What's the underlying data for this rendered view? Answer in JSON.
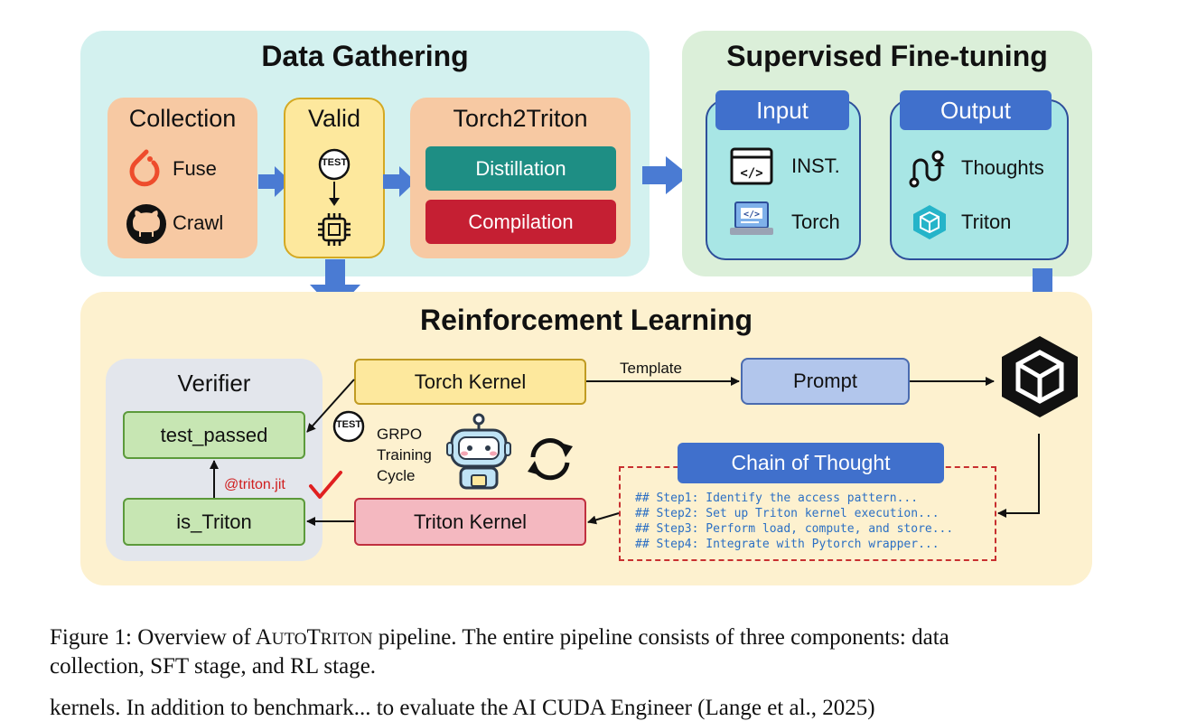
{
  "data_gathering": {
    "title": "Data Gathering",
    "collection": {
      "title": "Collection",
      "fuse": "Fuse",
      "crawl": "Crawl"
    },
    "valid": {
      "title": "Valid",
      "test_icon": "TEST"
    },
    "torch2triton": {
      "title": "Torch2Triton",
      "distillation": "Distillation",
      "compilation": "Compilation"
    }
  },
  "sft": {
    "title": "Supervised Fine-tuning",
    "input": {
      "title": "Input",
      "inst": "INST.",
      "torch": "Torch"
    },
    "output": {
      "title": "Output",
      "thoughts": "Thoughts",
      "triton": "Triton"
    }
  },
  "rl": {
    "title": "Reinforcement Learning",
    "verifier": {
      "title": "Verifier",
      "test_passed": "test_passed",
      "is_triton": "is_Triton",
      "triton_jit": "@triton.jit"
    },
    "torch_kernel": "Torch Kernel",
    "template": "Template",
    "prompt": "Prompt",
    "grpo": [
      "GRPO",
      "Training",
      "Cycle"
    ],
    "test_icon": "TEST",
    "chain_of_thought": {
      "title": "Chain of Thought",
      "steps": [
        "## Step1: Identify the access pattern...",
        "## Step2: Set up Triton kernel execution...",
        "## Step3: Perform load, compute, and store...",
        "## Step4: Integrate with Pytorch wrapper..."
      ]
    },
    "triton_kernel": "Triton Kernel"
  },
  "caption": {
    "prefix": "Figure 1: Overview of ",
    "name_a": "A",
    "name_b": "UTO",
    "name_c": "T",
    "name_d": "RITON",
    "rest_line1": " pipeline. The entire pipeline consists of three components: data",
    "line2": "collection, SFT stage, and RL stage.",
    "line3": "kernels. In addition to benchmark... to evaluate the AI CUDA Engineer (Lange et al., 2025)"
  },
  "colors": {
    "data_bg": "#d3f1ef",
    "sft_bg": "#dbefd9",
    "rl_bg": "#fdf1cf",
    "orange_box": "#f7c9a3",
    "yellow_box": "#fde89d",
    "teal_button": "#1e8e84",
    "red_button": "#c51f33",
    "blue_header": "#4070cc",
    "arrow_blue": "#4a7bd3"
  },
  "icons": [
    "pytorch-icon",
    "github-icon",
    "test-badge-icon",
    "chip-icon",
    "code-window-icon",
    "laptop-code-icon",
    "route-icon",
    "triton-cube-icon",
    "robot-icon",
    "cycle-arrows-icon",
    "checkmark-icon",
    "model-cube-icon"
  ]
}
